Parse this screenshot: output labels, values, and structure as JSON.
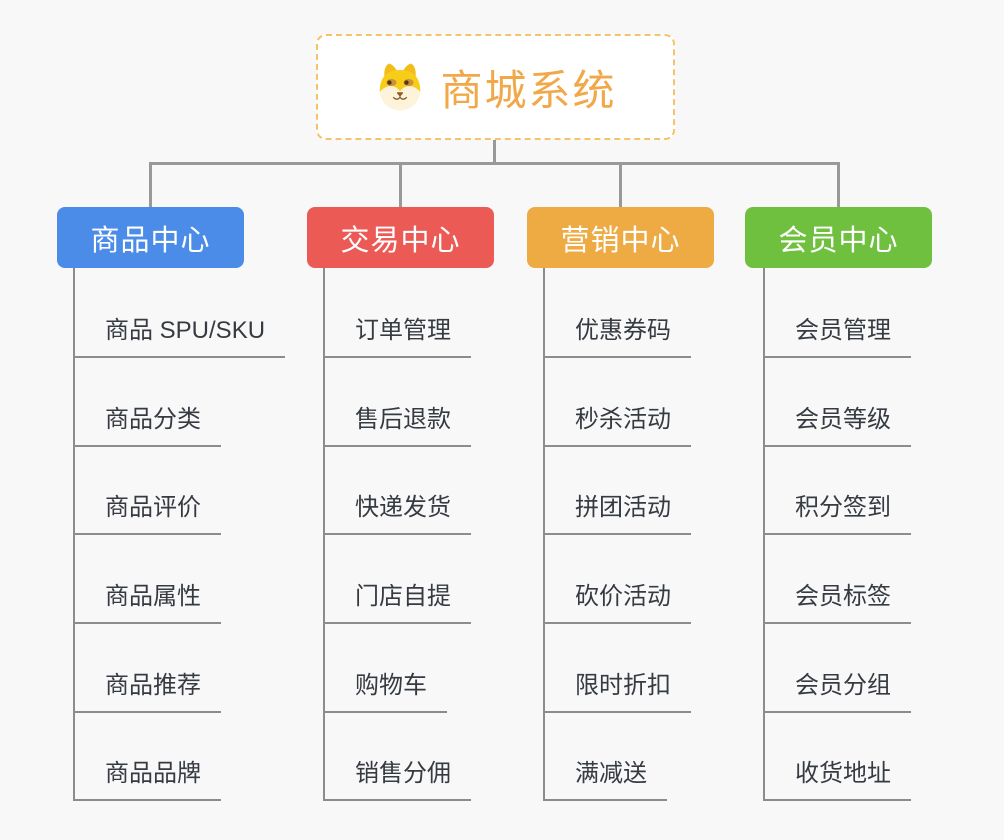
{
  "root": {
    "title": "商城系统",
    "title_color": "#f0a848",
    "icon": "shiba-dog-icon"
  },
  "branches": [
    {
      "label": "商品中心",
      "color": "#4a8ce8",
      "children": [
        "商品 SPU/SKU",
        "商品分类",
        "商品评价",
        "商品属性",
        "商品推荐",
        "商品品牌"
      ]
    },
    {
      "label": "交易中心",
      "color": "#ec5a56",
      "children": [
        "订单管理",
        "售后退款",
        "快递发货",
        "门店自提",
        "购物车",
        "销售分佣"
      ]
    },
    {
      "label": "营销中心",
      "color": "#eeab44",
      "children": [
        "优惠券码",
        "秒杀活动",
        "拼团活动",
        "砍价活动",
        "限时折扣",
        "满减送"
      ]
    },
    {
      "label": "会员中心",
      "color": "#70c040",
      "children": [
        "会员管理",
        "会员等级",
        "积分签到",
        "会员标签",
        "会员分组",
        "收货地址"
      ]
    }
  ],
  "colors": {
    "canvas_bg": "#f8f8f8",
    "connector": "#999999",
    "child_line": "#8c8c8c",
    "root_border": "#f6c36a"
  }
}
